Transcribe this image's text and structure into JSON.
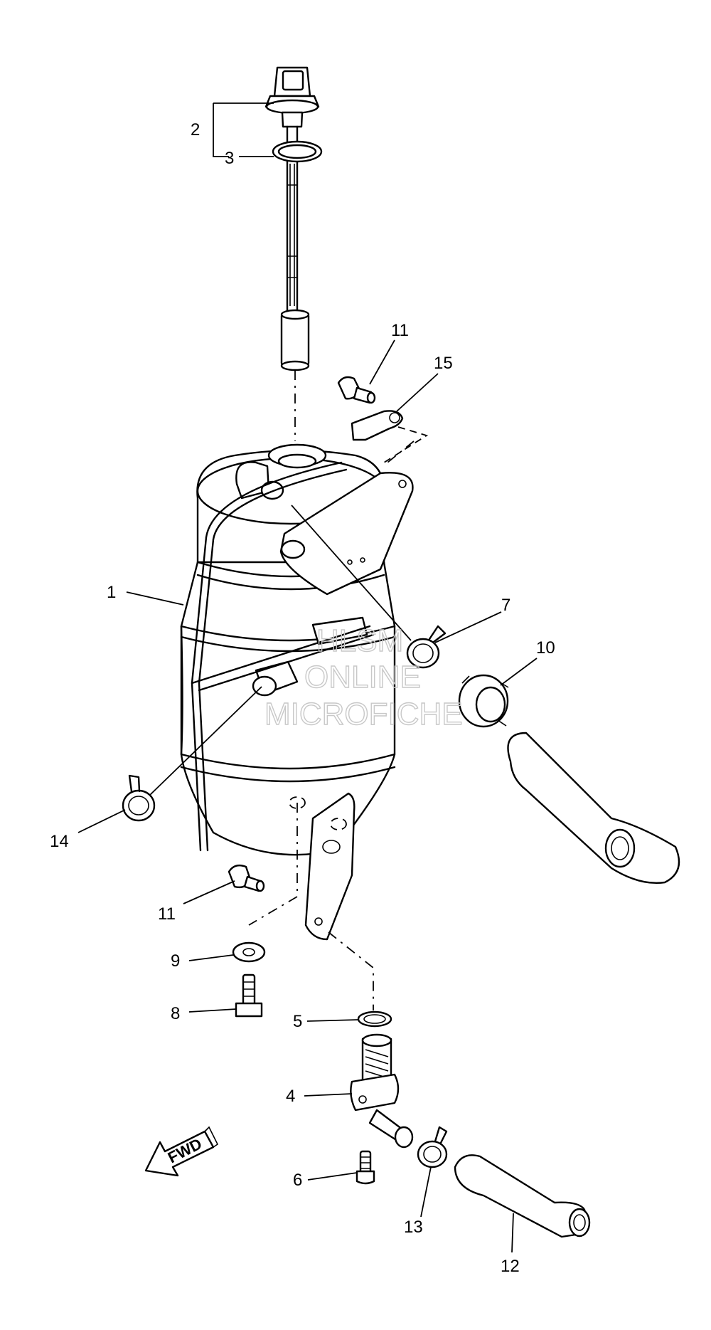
{
  "diagram": {
    "callouts": [
      {
        "id": "c1",
        "label": "1"
      },
      {
        "id": "c2",
        "label": "2"
      },
      {
        "id": "c3",
        "label": "3"
      },
      {
        "id": "c4",
        "label": "4"
      },
      {
        "id": "c5",
        "label": "5"
      },
      {
        "id": "c6",
        "label": "6"
      },
      {
        "id": "c7",
        "label": "7"
      },
      {
        "id": "c8",
        "label": "8"
      },
      {
        "id": "c9",
        "label": "9"
      },
      {
        "id": "c10",
        "label": "10"
      },
      {
        "id": "c11a",
        "label": "11"
      },
      {
        "id": "c11b",
        "label": "11"
      },
      {
        "id": "c12",
        "label": "12"
      },
      {
        "id": "c13",
        "label": "13"
      },
      {
        "id": "c14",
        "label": "14"
      },
      {
        "id": "c15",
        "label": "15"
      }
    ],
    "direction_arrow": {
      "label": "FWD"
    },
    "watermark": {
      "line1": "HLSM",
      "line2": "ONLINE",
      "line3": "MICROFICHE"
    }
  },
  "colors": {
    "line": "#000000",
    "background": "#ffffff",
    "watermark": "#c8c8c8"
  }
}
